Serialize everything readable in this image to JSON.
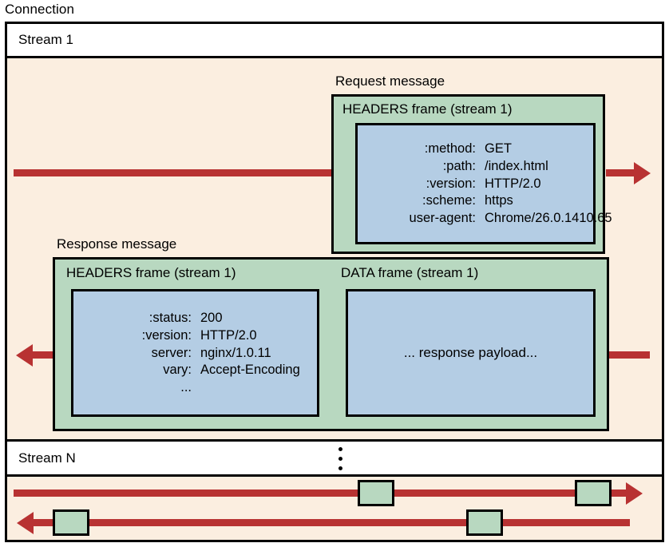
{
  "diagram": {
    "connection_label": "Connection",
    "streams": [
      {
        "name": "stream-1",
        "label": "Stream 1"
      },
      {
        "name": "stream-n",
        "label": "Stream N"
      }
    ],
    "ellipsis_glyph": "⋮",
    "request": {
      "caption": "Request message",
      "frame_title": "HEADERS frame (stream 1)",
      "headers": [
        {
          "key": ":method:",
          "value": "GET"
        },
        {
          "key": ":path:",
          "value": "/index.html"
        },
        {
          "key": ":version:",
          "value": "HTTP/2.0"
        },
        {
          "key": ":scheme:",
          "value": "https"
        },
        {
          "key": "user-agent:",
          "value": "Chrome/26.0.1410.65"
        }
      ]
    },
    "response": {
      "caption": "Response message",
      "headers_frame": {
        "frame_title": "HEADERS frame (stream 1)",
        "headers": [
          {
            "key": ":status:",
            "value": "200"
          },
          {
            "key": ":version:",
            "value": "HTTP/2.0"
          },
          {
            "key": "server:",
            "value": "nginx/1.0.11"
          },
          {
            "key": "vary:",
            "value": "Accept-Encoding"
          },
          {
            "key": "...",
            "value": ""
          }
        ]
      },
      "data_frame": {
        "frame_title": "DATA frame (stream 1)",
        "payload": "... response payload..."
      }
    },
    "colors": {
      "background": "#fbeee0",
      "frame_green": "#b8d8c0",
      "frame_blue": "#b4cde4",
      "arrow_red": "#b83232",
      "stroke": "#000000",
      "band_white": "#ffffff"
    }
  }
}
